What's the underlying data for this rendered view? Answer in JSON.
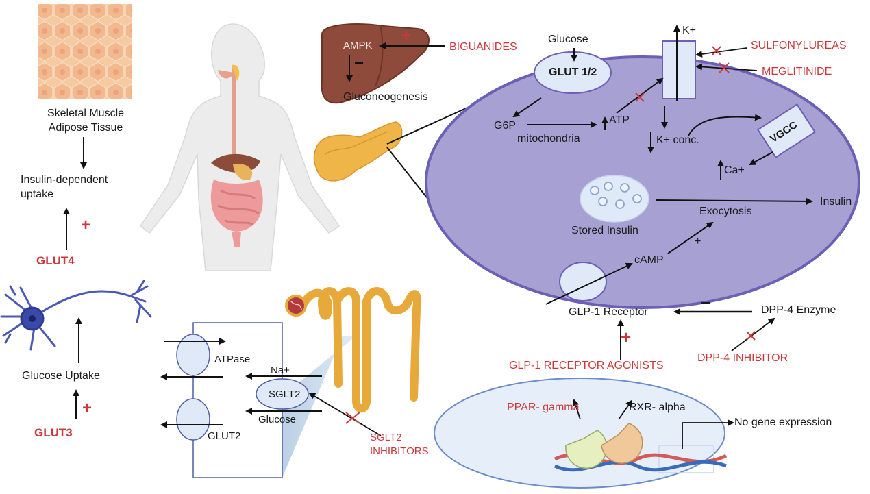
{
  "colors": {
    "cell_fill": "#a7a0d3",
    "cell_stroke": "#6b5fb6",
    "drug_red": "#c9393b",
    "nucleus_fill": "#e6eefa",
    "tubule_orange": "#e7a93a",
    "neuron_blue": "#4a58b8",
    "liver_brown": "#8e4a3a",
    "skin": "#ececec"
  },
  "left": {
    "muscle_label_1": "Skeletal Muscle",
    "muscle_label_2": "Adipose Tissue",
    "insulin_dep_1": "Insulin-dependent",
    "insulin_dep_2": "uptake",
    "plus_glut4": "+",
    "glut4": "GLUT4",
    "glucose_uptake": "Glucose Uptake",
    "plus_glut3": "+",
    "glut3": "GLUT3"
  },
  "liver": {
    "ampk": "AMPK",
    "plus": "+",
    "minus": "−",
    "biguanides": "BIGUANIDES",
    "gluconeogenesis": "Gluconeogenesis"
  },
  "beta_cell": {
    "glucose": "Glucose",
    "glut12": "GLUT 1/2",
    "k_plus": "K+",
    "sulfonylureas": "SULFONYLUREAS",
    "meglitinide": "MEGLITINIDE",
    "g6p": "G6P",
    "mitochondria": "mitochondria",
    "atp": "ATP",
    "k_conc": "K+ conc.",
    "vgcc": "VGCC",
    "ca": "Ca+",
    "stored_insulin": "Stored Insulin",
    "exocytosis": "Exocytosis",
    "insulin": "Insulin",
    "camp": "cAMP",
    "plus_camp": "+",
    "glp1_receptor": "GLP-1 Receptor",
    "minus_dpp": "−",
    "dpp4_enzyme": "DPP-4 Enzyme",
    "plus_agonist": "+",
    "glp1_agonists": "GLP-1 RECEPTOR AGONISTS",
    "dpp4_inhibitor": "DPP-4 INHIBITOR"
  },
  "kidney": {
    "atpase": "ATPase",
    "na": "Na+",
    "sglt2": "SGLT2",
    "glucose": "Glucose",
    "glut2": "GLUT2",
    "inhibitors_1": "SGLT2",
    "inhibitors_2": "INHIBITORS"
  },
  "nucleus": {
    "ppar": "PPAR- gamma",
    "rxr": "RXR- alpha",
    "no_gene": "No gene expression"
  }
}
